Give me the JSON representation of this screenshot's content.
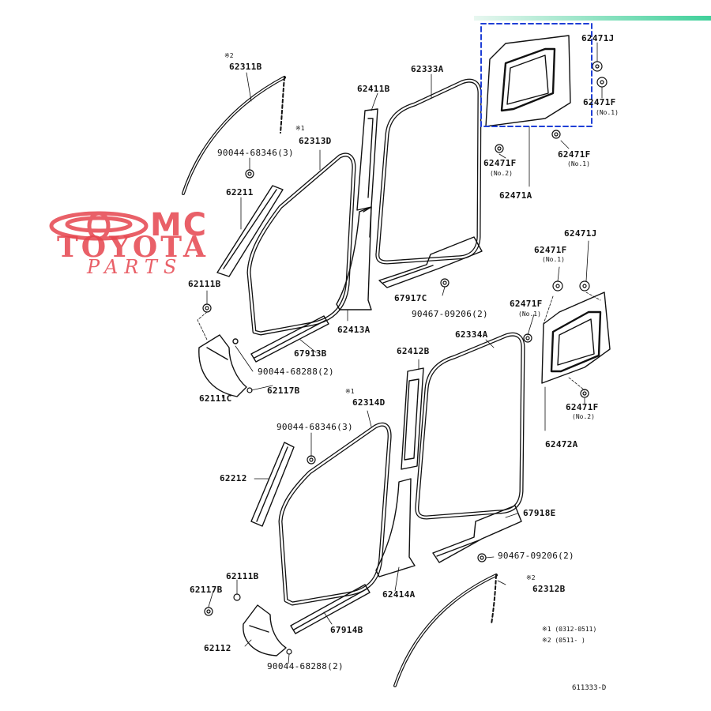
{
  "diagram": {
    "watermark": {
      "line1": "MC",
      "line2": "TOYOTA",
      "line3": "PARTS",
      "color": "#e6454e"
    },
    "accent_bar_color": "#3fd09a",
    "highlight_color": "#1f3fd6",
    "labels": {
      "l_62311B": "62311B",
      "l_62311B_mark": "※2",
      "l_62333A": "62333A",
      "l_62411B": "62411B",
      "l_62313D": "62313D",
      "l_62313D_mark": "※1",
      "l_90044_68346_top": "90044-68346(3)",
      "l_62211": "62211",
      "l_62111B_top": "62111B",
      "l_67917C": "67917C",
      "l_90467_09206_top": "90467-09206(2)",
      "l_62413A": "62413A",
      "l_67913B": "67913B",
      "l_90044_68288_top": "90044-68288(2)",
      "l_62117B_top": "62117B",
      "l_62111C": "62111C",
      "l_62471J_top": "62471J",
      "l_62471F_top1": "62471F",
      "l_62471F_top1_sub": "(No.1)",
      "l_62471F_top2": "62471F",
      "l_62471F_top2_sub": "(No.1)",
      "l_62471F_top3": "62471F",
      "l_62471F_top3_sub": "(No.2)",
      "l_62471A": "62471A",
      "l_62471J_mid": "62471J",
      "l_62471F_mid1": "62471F",
      "l_62471F_mid1_sub": "(No.1)",
      "l_62471F_mid2": "62471F",
      "l_62471F_mid2_sub": "(No.1)",
      "l_62471F_mid3": "62471F",
      "l_62471F_mid3_sub": "(No.2)",
      "l_62472A": "62472A",
      "l_62412B": "62412B",
      "l_62334A": "62334A",
      "l_62314D": "62314D",
      "l_62314D_mark": "※1",
      "l_90044_68346_bot": "90044-68346(3)",
      "l_62212": "62212",
      "l_67918E": "67918E",
      "l_90467_09206_bot": "90467-09206(2)",
      "l_62111B_bot": "62111B",
      "l_62117B_bot": "62117B",
      "l_62414A": "62414A",
      "l_62312B": "62312B",
      "l_62312B_mark": "※2",
      "l_62112": "62112",
      "l_67914B": "67914B",
      "l_90044_68288_bot": "90044-68288(2)",
      "note1": "※1 (0312-0511)",
      "note2": "※2 (0511-    )",
      "ref_code": "611333-D"
    }
  }
}
